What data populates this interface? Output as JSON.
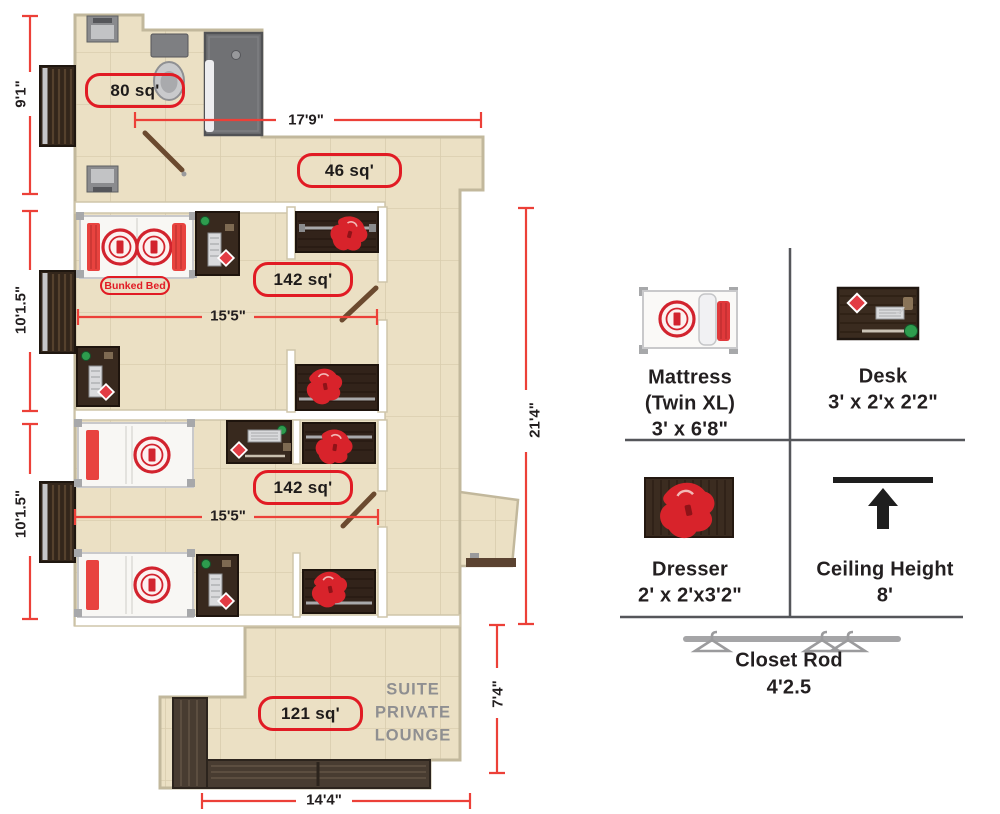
{
  "floor_plan": {
    "area_labels": {
      "bathroom": "80 sq'",
      "hall": "46 sq'",
      "bedroom_top": "142 sq'",
      "bedroom_bottom": "142 sq'",
      "lounge": "121 sq'"
    },
    "bunked_bed": "Bunked Bed",
    "lounge_name": [
      "SUITE",
      "PRIVATE",
      "LOUNGE"
    ],
    "dimensions": {
      "bathroom_height": "9'1\"",
      "hall_width": "17'9\"",
      "bedroom_top_height": "10'1.5\"",
      "bedroom_top_width": "15'5\"",
      "bedroom_bottom_height": "10'1.5\"",
      "bedroom_bottom_width": "15'5\"",
      "overall_height": "21'4\"",
      "lounge_height": "7'4\"",
      "lounge_width": "14'4\""
    }
  },
  "legend": {
    "mattress": [
      "Mattress",
      "(Twin XL)",
      "3' x 6'8\""
    ],
    "desk": [
      "Desk",
      "3' x 2'x 2'2\""
    ],
    "dresser": [
      "Dresser",
      "2' x 2'x3'2\""
    ],
    "ceiling": [
      "Ceiling Height",
      "8'"
    ],
    "closet_rod": [
      "Closet Rod",
      "4'2.5"
    ]
  },
  "colors": {
    "floor_tan": "#EBE0C4",
    "wall_outline": "#C2B89C",
    "accent_red": "#E11B24",
    "dimension_red": "#EC4038",
    "wood_dark": "#38291E",
    "lounge_text_gray": "#8F8F91",
    "legend_divider_gray": "#55565A"
  }
}
